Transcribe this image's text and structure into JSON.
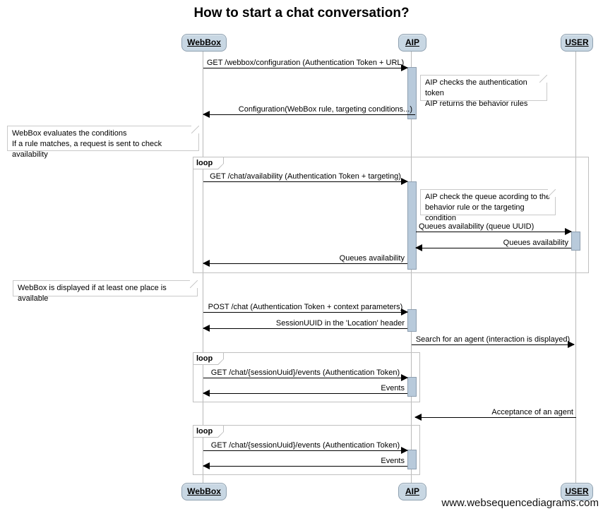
{
  "title": "How to start a chat conversation?",
  "watermark": "www.websequencediagrams.com",
  "colors": {
    "actor_fill": "#c8d7e3",
    "actor_border": "#8fa1b1",
    "activation_fill": "#b8cadb",
    "activation_border": "#8e9fb0",
    "lifeline": "#b9b9b9",
    "frame_border": "#c0c0c0",
    "note_border": "#c9c9c9",
    "message_color": "#000000"
  },
  "actors": [
    {
      "label": "WebBox"
    },
    {
      "label": "AIP"
    },
    {
      "label": "USER"
    }
  ],
  "loops": [
    {
      "label": "loop"
    },
    {
      "label": "loop"
    },
    {
      "label": "loop"
    }
  ],
  "messages": [
    {
      "label": "GET /webbox/configuration (Authentication Token + URL)",
      "from": "WebBox",
      "to": "AIP"
    },
    {
      "label": "Configuration(WebBox rule, targeting conditions...)",
      "from": "AIP",
      "to": "WebBox"
    },
    {
      "label": "GET /chat/availability (Authentication Token + targeting)",
      "from": "WebBox",
      "to": "AIP"
    },
    {
      "label": "Queues availability (queue UUID)",
      "from": "AIP",
      "to": "USER"
    },
    {
      "label": "Queues availability",
      "from": "USER",
      "to": "AIP"
    },
    {
      "label": "Queues availability",
      "from": "AIP",
      "to": "WebBox"
    },
    {
      "label": "POST /chat (Authentication Token + context parameters)",
      "from": "WebBox",
      "to": "AIP"
    },
    {
      "label": "SessionUUID in the 'Location' header",
      "from": "AIP",
      "to": "WebBox"
    },
    {
      "label": "Search for an agent (interaction is displayed)",
      "from": "AIP",
      "to": "USER"
    },
    {
      "label": "GET /chat/{sessionUuid}/events (Authentication Token)",
      "from": "WebBox",
      "to": "AIP"
    },
    {
      "label": "Events",
      "from": "AIP",
      "to": "WebBox"
    },
    {
      "label": "Acceptance of an agent",
      "from": "USER",
      "to": "AIP"
    },
    {
      "label": "GET /chat/{sessionUuid}/events (Authentication Token)",
      "from": "WebBox",
      "to": "AIP"
    },
    {
      "label": "Events",
      "from": "AIP",
      "to": "WebBox"
    }
  ],
  "notes": [
    {
      "text": "AIP checks the authentication token\nAIP returns the behavior rules"
    },
    {
      "text": "WebBox evaluates the conditions\nIf a rule matches, a request is sent to check availability"
    },
    {
      "text": "AIP check the queue acording to the\nbehavior rule or the targeting condition"
    },
    {
      "text": "WebBox is displayed if at least one place is available"
    }
  ]
}
